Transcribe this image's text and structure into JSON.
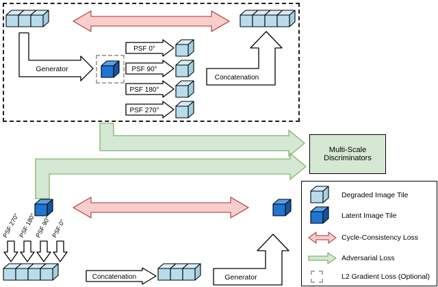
{
  "colors": {
    "light_tile_front": "#b9dcec",
    "light_tile_top": "#d6ecf6",
    "light_tile_side": "#a3cfe2",
    "dark_tile_front": "#1f76d2",
    "dark_tile_top": "#56a0e8",
    "dark_tile_side": "#1356a0",
    "cycle_arrow_fill": "#f8cecc",
    "cycle_arrow_stroke": "#b85450",
    "adversarial_fill": "#d5e8d4",
    "adversarial_stroke": "#82b366"
  },
  "tiles": {
    "top_left_count": 3,
    "top_right_count": 4,
    "bottom_left_count": 4,
    "bottom_mid_count": 3
  },
  "top_section": {
    "generator_label": "Generator",
    "psf_labels": [
      "PSF 0°",
      "PSF 90°",
      "PSF 180°",
      "PSF 270°"
    ],
    "concatenation_label": "Concatenation"
  },
  "bottom_section": {
    "psf_labels": [
      "PSF 270°",
      "PSF 180°",
      "PSF 90°",
      "PSF 0°"
    ],
    "concatenation_label": "Concatenation",
    "generator_label": "Generator"
  },
  "discriminators": {
    "line1": "Multi-Scale",
    "line2": "Discriminators"
  },
  "legend": {
    "items": [
      {
        "icon": "degraded-tile-icon",
        "label": "Degraded Image Tile"
      },
      {
        "icon": "latent-tile-icon",
        "label": "Latent Image Tile"
      },
      {
        "icon": "cycle-consistency-arrow-icon",
        "label": "Cycle-Consistency Loss"
      },
      {
        "icon": "adversarial-arrow-icon",
        "label": "Adversarial Loss"
      },
      {
        "icon": "dashed-box-icon",
        "label": "L2 Gradient Loss (Optional)"
      }
    ]
  }
}
